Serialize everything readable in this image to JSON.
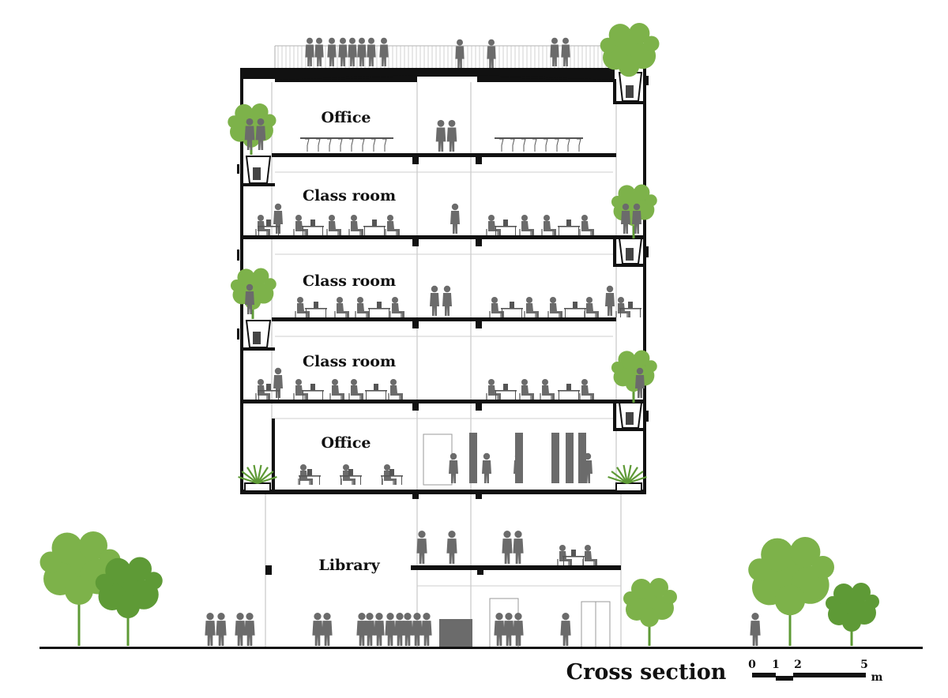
{
  "diagram": {
    "title": "Cross section",
    "floors": [
      {
        "label": "Office"
      },
      {
        "label": "Class room"
      },
      {
        "label": "Class room"
      },
      {
        "label": "Class room"
      },
      {
        "label": "Office"
      },
      {
        "label": "Library"
      }
    ],
    "scale_bar": {
      "ticks": [
        "0",
        "1",
        "2",
        "5"
      ],
      "unit": "m"
    },
    "colors": {
      "structure": "#111111",
      "people": "#6b6b6b",
      "foliage": "#7db24a",
      "foliage_dark": "#5e9a36",
      "roof_garden": "#8fa77a"
    }
  }
}
